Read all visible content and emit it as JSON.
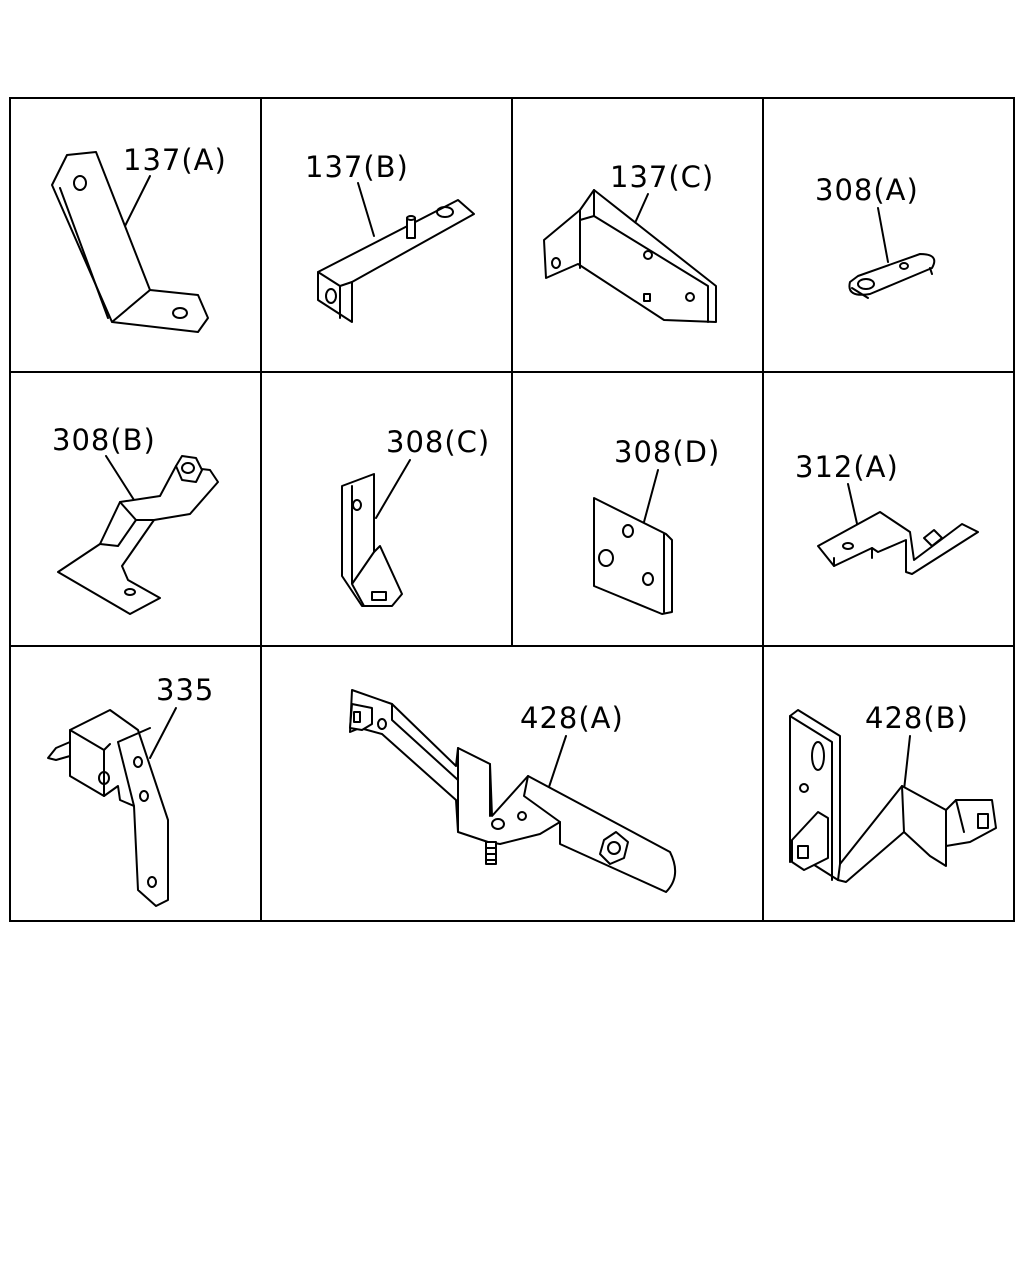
{
  "parts": [
    {
      "id": "137a",
      "label": "137(A)"
    },
    {
      "id": "137b",
      "label": "137(B)"
    },
    {
      "id": "137c",
      "label": "137(C)"
    },
    {
      "id": "308a",
      "label": "308(A)"
    },
    {
      "id": "308b",
      "label": "308(B)"
    },
    {
      "id": "308c",
      "label": "308(C)"
    },
    {
      "id": "308d",
      "label": "308(D)"
    },
    {
      "id": "312a",
      "label": "312(A)"
    },
    {
      "id": "335",
      "label": "335"
    },
    {
      "id": "428a",
      "label": "428(A)"
    },
    {
      "id": "428b",
      "label": "428(B)"
    }
  ]
}
